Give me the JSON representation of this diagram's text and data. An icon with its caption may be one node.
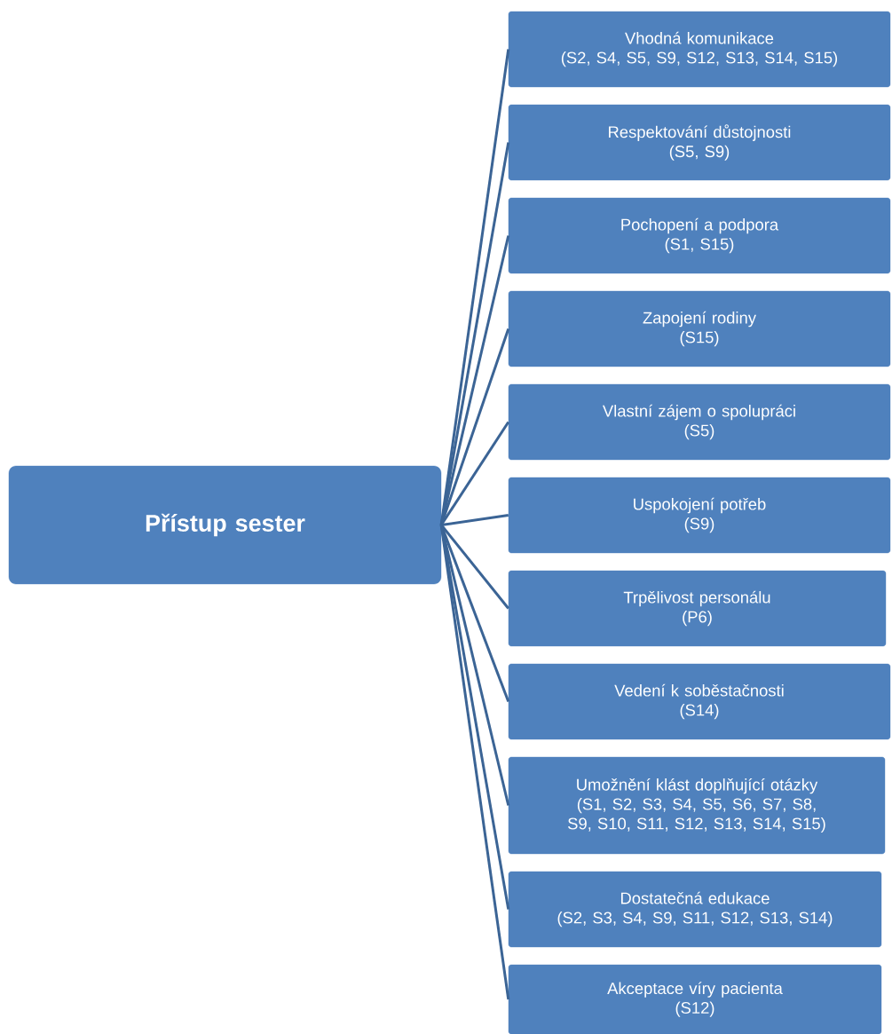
{
  "diagram": {
    "nodes": [
      {
        "text": [
          "Přístup sester"
        ]
      },
      {
        "text": [
          "Vhodná komunikace",
          "(S2, S4, S5, S9, S12, S13, S14, S15)"
        ]
      },
      {
        "text": [
          "Respektování důstojnosti",
          "(S5, S9)"
        ]
      },
      {
        "text": [
          "Pochopení a podpora",
          "(S1, S15)"
        ]
      },
      {
        "text": [
          "Zapojení rodiny",
          "(S15)"
        ]
      },
      {
        "text": [
          "Vlastní zájem o spolupráci",
          "(S5)"
        ]
      },
      {
        "text": [
          "Uspokojení potřeb",
          "(S9)"
        ]
      },
      {
        "text": [
          "Trpělivost personálu",
          "(P6)"
        ]
      },
      {
        "text": [
          "Vedení k soběstačnosti",
          "(S14)"
        ]
      },
      {
        "text": [
          "Umožnění klást doplňující otázky",
          "(S1, S2, S3, S4, S5, S6, S7, S8, S9, S10, S11, S12, S13, S14, S15)"
        ]
      },
      {
        "text": [
          "Dostatečná edukace",
          "(S2, S3, S4, S9, S11, S12, S13, S14)"
        ]
      },
      {
        "text": [
          "Akceptace víry pacienta",
          "(S12)"
        ]
      }
    ],
    "edges": [
      {
        "from": 0,
        "to": 1,
        "arrow": "none"
      },
      {
        "from": 0,
        "to": 2,
        "arrow": "none"
      },
      {
        "from": 0,
        "to": 3,
        "arrow": "none"
      },
      {
        "from": 0,
        "to": 4,
        "arrow": "none"
      },
      {
        "from": 0,
        "to": 5,
        "arrow": "none"
      },
      {
        "from": 0,
        "to": 6,
        "arrow": "none"
      },
      {
        "from": 0,
        "to": 7,
        "arrow": "none"
      },
      {
        "from": 0,
        "to": 8,
        "arrow": "none"
      },
      {
        "from": 0,
        "to": 9,
        "arrow": "none"
      },
      {
        "from": 0,
        "to": 10,
        "arrow": "none"
      },
      {
        "from": 0,
        "to": 11,
        "arrow": "none"
      }
    ]
  }
}
